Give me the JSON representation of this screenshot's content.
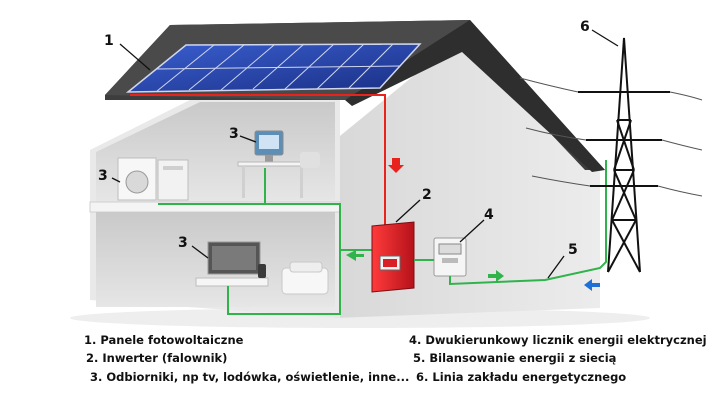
{
  "callouts": {
    "c1": "1",
    "c2": "2",
    "c3a": "3",
    "c3b": "3",
    "c3c": "3",
    "c4": "4",
    "c5": "5",
    "c6": "6"
  },
  "legend": {
    "item1": "1. Panele fotowoltaiczne",
    "item2": "2. Inwerter (falownik)",
    "item3": "3. Odbiorniki, np tv, lodówka, oświetlenie, inne...",
    "item4": "4. Dwukierunkowy licznik energii elektrycznej",
    "item5": "5. Bilansowanie energii z siecią",
    "item6": "6. Linia zakładu energetycznego"
  },
  "colors": {
    "solar_line": "#e8221c",
    "grid_line": "#2fb34a",
    "export_arrow": "#2fb34a",
    "import_arrow": "#1f6fd6",
    "roof": "#3d3d3d",
    "panel": "#1f3d9a",
    "inverter": "#d81f26",
    "wall": "#e4e4e4"
  }
}
